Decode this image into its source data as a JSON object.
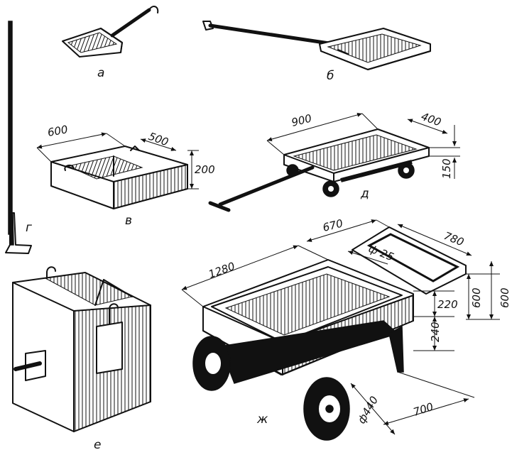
{
  "labels": {
    "a": "а",
    "b": "б",
    "v": "в",
    "g": "г",
    "d": "д",
    "e": "е",
    "zh": "ж"
  },
  "dimensions": {
    "v_length": "600",
    "v_width": "500",
    "v_height": "200",
    "d_length": "900",
    "d_width": "400",
    "d_height": "150",
    "zh_length": "1280",
    "zh_width": "670",
    "zh_overall": "780",
    "zh_tube": "ф 25",
    "zh_h_upper": "220",
    "zh_h_lower": "240",
    "zh_h_left": "600",
    "zh_h_right": "600",
    "zh_wheel": "ф440",
    "zh_track": "700"
  },
  "colors": {
    "ink": "#111111",
    "background": "#ffffff"
  }
}
